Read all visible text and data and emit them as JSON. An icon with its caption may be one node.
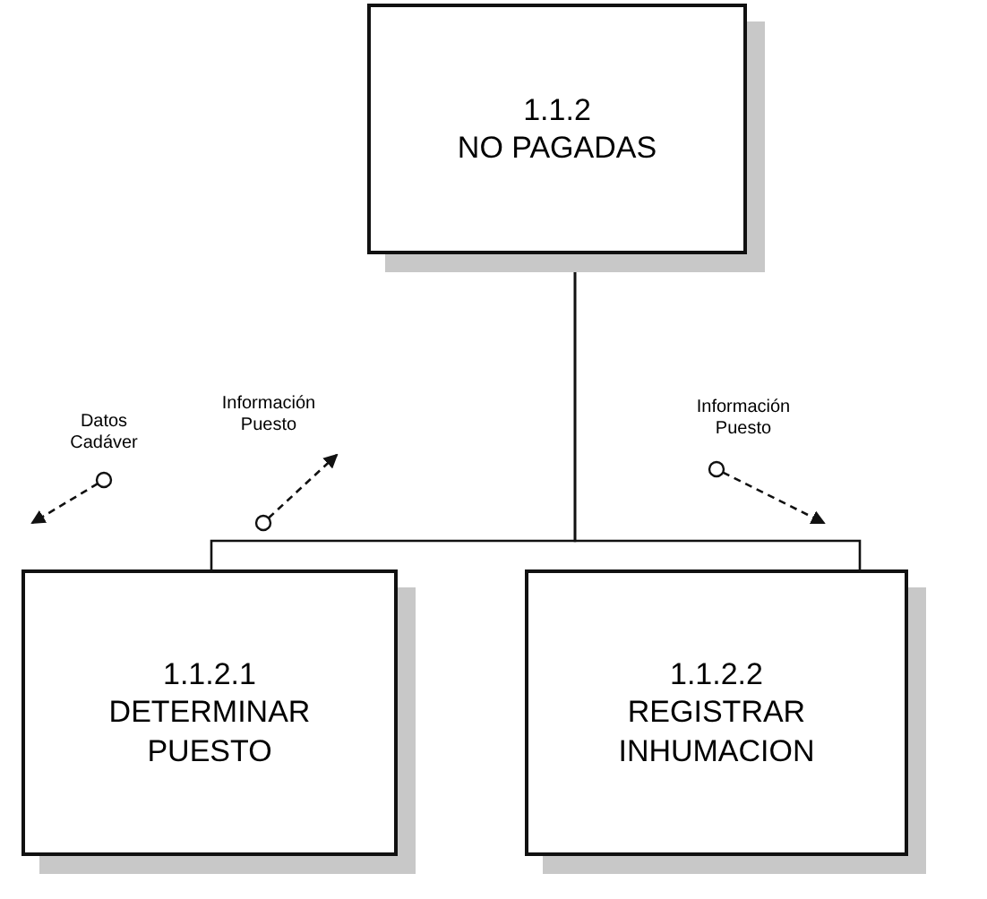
{
  "diagram": {
    "nodes": [
      {
        "text": [
          "1.1.2",
          "NO PAGADAS"
        ]
      },
      {
        "text": [
          "1.1.2.1",
          "DETERMINAR PUESTO"
        ]
      },
      {
        "text": [
          "1.1.2.2",
          "REGISTRAR INHUMACION"
        ]
      }
    ],
    "edges": [
      {
        "from": 0,
        "to": 1,
        "arrow": "none"
      },
      {
        "from": 0,
        "to": 2,
        "arrow": "none"
      }
    ],
    "labels": [
      "Datos Cadáver",
      "Información Puesto",
      "Información Puesto"
    ]
  }
}
